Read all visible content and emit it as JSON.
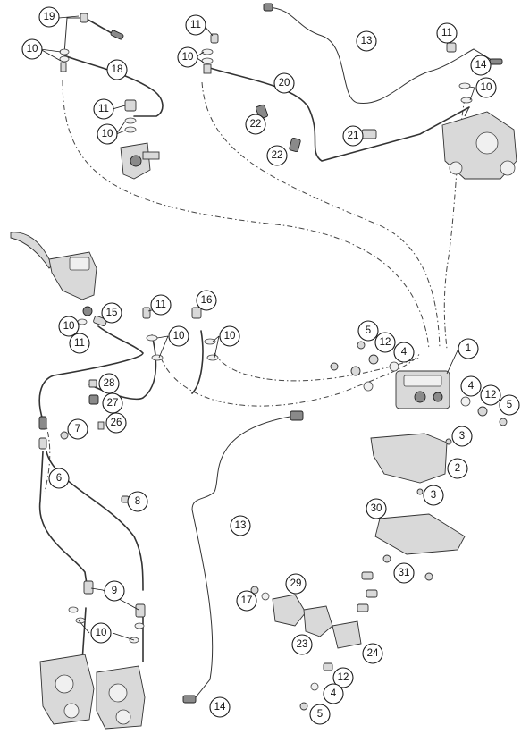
{
  "callouts": {
    "c19": "19",
    "c10": "10",
    "c18": "18",
    "c11": "11",
    "c13": "13",
    "c14": "14",
    "c20": "20",
    "c21": "21",
    "c22": "22",
    "c15": "15",
    "c16": "16",
    "c1": "1",
    "c2": "2",
    "c3": "3",
    "c4": "4",
    "c5": "5",
    "c12": "12",
    "c6": "6",
    "c7": "7",
    "c8": "8",
    "c9": "9",
    "c17": "17",
    "c23": "23",
    "c24": "24",
    "c26": "26",
    "c27": "27",
    "c28": "28",
    "c29": "29",
    "c30": "30",
    "c31": "31"
  }
}
